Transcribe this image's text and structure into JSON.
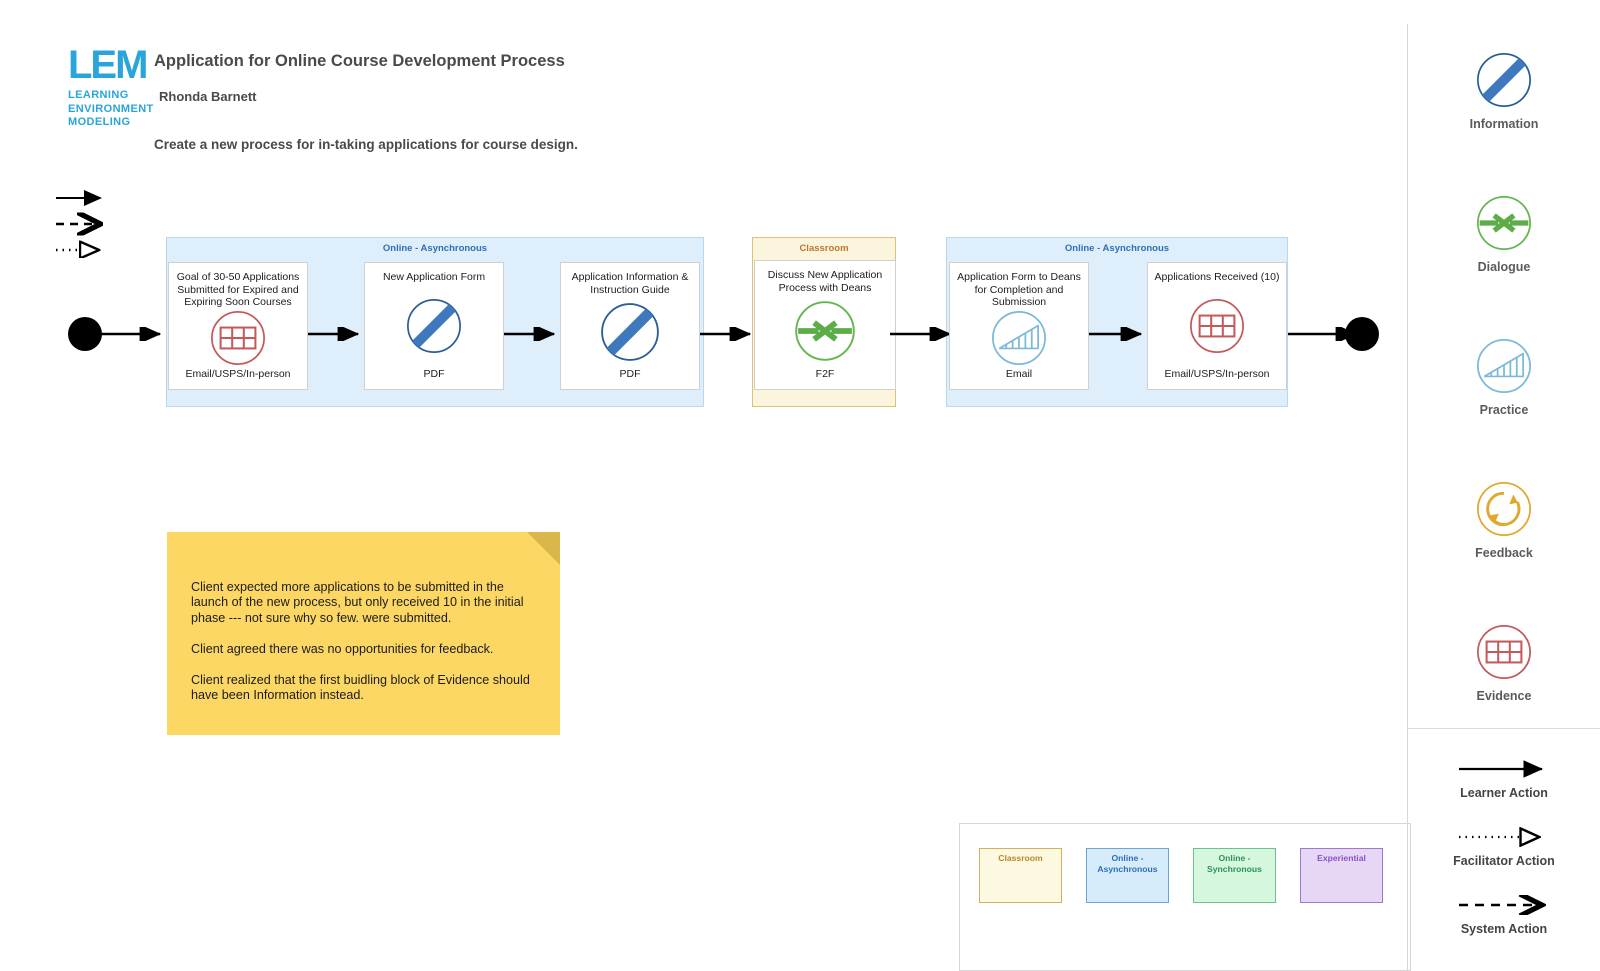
{
  "header": {
    "logo_mark": "LEM",
    "logo_words": "LEARNING\nENVIRONMENT\nMODELING",
    "logo_line1": "LEARNING",
    "logo_line2": "ENVIRONMENT",
    "logo_line3": "MODELING",
    "title": "Application for Online Course Development Process",
    "author": "Rhonda Barnett",
    "description": "Create a new process for in-taking applications for course design."
  },
  "flow": {
    "bands": [
      {
        "label": "Online - Asynchronous",
        "type": "async"
      },
      {
        "label": "Classroom",
        "type": "classroom"
      },
      {
        "label": "Online - Asynchronous",
        "type": "async"
      }
    ],
    "cards": [
      {
        "title": "Goal of 30-50 Applications Submitted for Expired and Expiring Soon Courses",
        "icon": "evidence-icon",
        "footer": "Email/USPS/In-person"
      },
      {
        "title": "New Application Form",
        "icon": "information-icon",
        "footer": "PDF"
      },
      {
        "title": "Application Information & Instruction Guide",
        "icon": "information-icon",
        "footer": "PDF"
      },
      {
        "title": "Discuss New Application Process with Deans",
        "icon": "dialogue-icon",
        "footer": "F2F"
      },
      {
        "title": "Application Form to Deans for Completion and Submission",
        "icon": "practice-icon",
        "footer": "Email"
      },
      {
        "title": "Applications Received (10)",
        "icon": "evidence-icon",
        "footer": "Email/USPS/In-person"
      }
    ]
  },
  "sticky_note": {
    "paragraphs": [
      "Client expected more applications to be submitted in the launch of the new process, but only received 10 in the initial phase --- not sure why so few. were submitted.",
      "Client agreed there was no opportunities for feedback.",
      "Client realized that the first buidling block of Evidence should have been Information  instead."
    ]
  },
  "modes_legend": {
    "items": [
      {
        "label": "Classroom",
        "bg": "#fdf8e0",
        "border": "#d9ad5e",
        "text": "#b8872f"
      },
      {
        "label": "Online - Asynchronous",
        "bg": "#d6ecfb",
        "border": "#6ba5d6",
        "text": "#2f6fb5"
      },
      {
        "label": "Online - Synchronous",
        "bg": "#d4f7de",
        "border": "#68c48a",
        "text": "#2f9157"
      },
      {
        "label": "Experiential",
        "bg": "#e7d7f7",
        "border": "#a278cf",
        "text": "#8a52c2"
      }
    ]
  },
  "sidebar": {
    "blocks": [
      {
        "label": "Information",
        "icon": "information-icon",
        "color": "#3a6fae"
      },
      {
        "label": "Dialogue",
        "icon": "dialogue-icon",
        "color": "#66b551"
      },
      {
        "label": "Practice",
        "icon": "practice-icon",
        "color": "#7bb8d9"
      },
      {
        "label": "Feedback",
        "icon": "feedback-icon",
        "color": "#e0a830"
      },
      {
        "label": "Evidence",
        "icon": "evidence-icon",
        "color": "#c4595a"
      }
    ],
    "arrows": [
      {
        "label": "Learner Action",
        "icon": "solid-arrow-icon"
      },
      {
        "label": "Facilitator Action",
        "icon": "dotted-arrow-icon"
      },
      {
        "label": "System Action",
        "icon": "dashed-arrow-icon"
      }
    ]
  },
  "colors": {
    "brand_blue": "#29a5db",
    "async_band_bg": "#deeffb",
    "async_band_border": "#b6d9f0",
    "classroom_band_bg": "#fbf5dd",
    "classroom_band_border": "#e0c078",
    "sticky_yellow": "#fcd764"
  }
}
